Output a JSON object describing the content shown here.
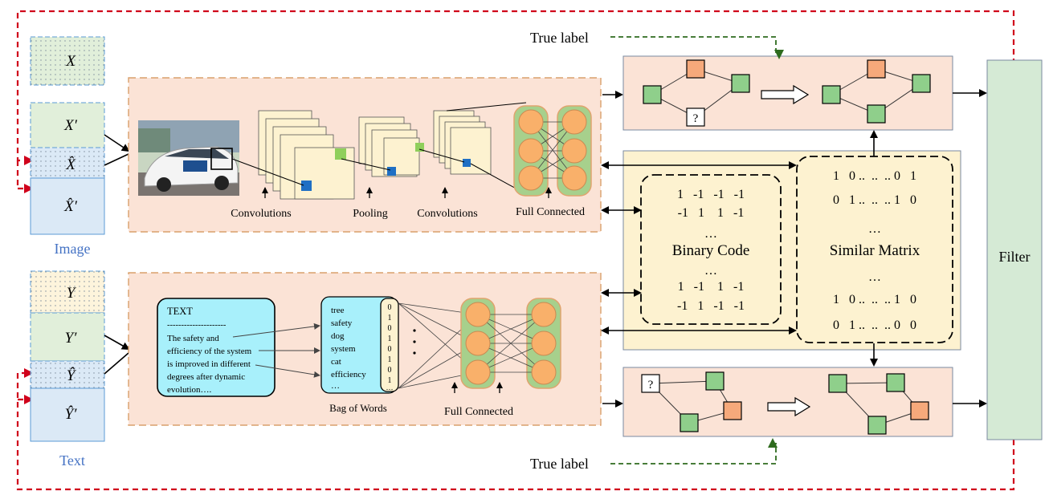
{
  "left_stack": {
    "image_inputs": [
      "X",
      "X′",
      "X̂",
      "X̂′"
    ],
    "image_label": "Image",
    "text_inputs": [
      "Y",
      "Y′",
      "Ŷ",
      "Ŷ′"
    ],
    "text_label": "Text"
  },
  "image_branch": {
    "conv1_label": "Convolutions",
    "pool_label": "Pooling",
    "conv2_label": "Convolutions",
    "fc_label": "Full Connected"
  },
  "text_branch": {
    "text_box_title": "TEXT",
    "text_box_rule": "---------------------",
    "text_box_lines": [
      "The safety and",
      "efficiency of the system",
      "is improved in different",
      "degrees after dynamic",
      "evolution…."
    ],
    "bow_words": [
      "tree",
      "safety",
      "dog",
      "system",
      "cat",
      "efficiency",
      "…"
    ],
    "bow_bits": [
      "0",
      "1",
      "0",
      "1",
      "0",
      "1",
      "0",
      "1",
      "…"
    ],
    "bow_label": "Bag of Words",
    "fc_label": "Full Connected"
  },
  "center": {
    "binary_code": {
      "rows_top": [
        "1   -1   -1   -1",
        "-1   1    1   -1"
      ],
      "ellipsis1": "…",
      "title": "Binary Code",
      "ellipsis2": "…",
      "rows_bottom": [
        "1   -1    1   -1",
        "-1   1   -1   -1"
      ]
    },
    "similar_matrix": {
      "rows_top": [
        "1   0 ..  ..  .. 0   1",
        "0   1 ..  ..  .. 1   0"
      ],
      "ellipsis1": "…",
      "title": "Similar Matrix",
      "ellipsis2": "…",
      "rows_bottom": [
        "1   0 ..  ..  .. 1   0",
        "0   1 ..  ..  .. 0   0"
      ]
    }
  },
  "graphs": {
    "unknown_mark": "?"
  },
  "true_label_top": "True label",
  "true_label_bottom": "True label",
  "filter_label": "Filter",
  "colors": {
    "peach": "#fbe3d6",
    "peach_border": "#e0a46e",
    "cream": "#fdf2d0",
    "green_node": "#8fcf8b",
    "orange_node": "#f6a97b",
    "neuron": "#f9b06a",
    "neuron_bg": "#a7d08c",
    "filter_green": "#d5ead5",
    "blue_box": "#dbe9f6",
    "green_box": "#e1efda",
    "yellow_box": "#fdf4dc",
    "red_dashed": "#d0021b",
    "green_dashed": "#2e6b1e",
    "text_cyan": "#a8f0fb",
    "label_blue": "#4472c4"
  }
}
